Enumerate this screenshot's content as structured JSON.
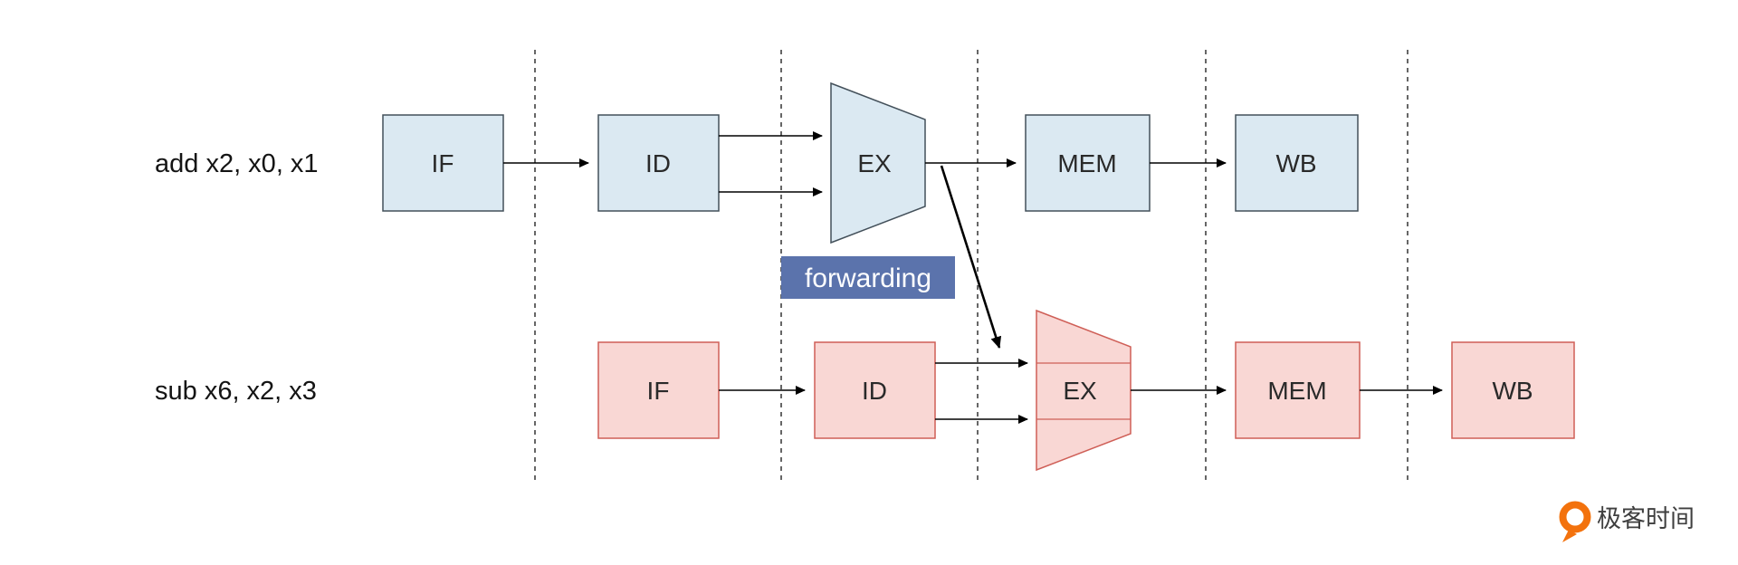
{
  "diagram": {
    "forwarding_label": "forwarding",
    "rows": [
      {
        "instruction": "add x2, x0, x1",
        "stages": {
          "if": "IF",
          "id": "ID",
          "ex": "EX",
          "mem": "MEM",
          "wb": "WB"
        }
      },
      {
        "instruction": "sub x6, x2, x3",
        "stages": {
          "if": "IF",
          "id": "ID",
          "ex": "EX",
          "mem": "MEM",
          "wb": "WB"
        }
      }
    ],
    "colors": {
      "row1_fill": "#dbe9f2",
      "row1_stroke": "#43505a",
      "row2_fill": "#f9d7d4",
      "row2_stroke": "#cf5f57",
      "forwarding_bg": "#5b73ac",
      "forwarding_text": "#ffffff",
      "arrow": "#000000"
    }
  },
  "branding": {
    "logo_text": "极客时间",
    "logo_color": "#f3720d"
  }
}
